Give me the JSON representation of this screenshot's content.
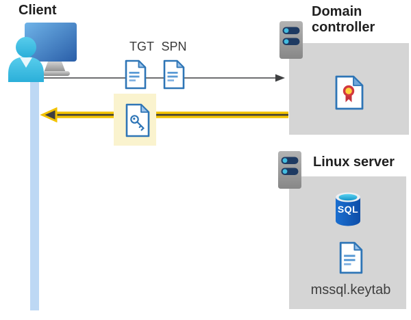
{
  "client": {
    "title": "Client"
  },
  "flow": {
    "tgt_label": "TGT",
    "spn_label": "SPN"
  },
  "domain_controller": {
    "title": "Domain controller"
  },
  "linux_server": {
    "title": "Linux server",
    "sql_badge": "SQL",
    "keytab_filename": "mssql.keytab"
  },
  "icons": {
    "client": "user-at-monitor-icon",
    "tgt": "document-icon",
    "spn": "document-icon",
    "ticket": "key-document-icon",
    "domain_controller": "server-icon",
    "certificate": "certificate-icon",
    "linux_server": "server-icon",
    "database": "sql-database-icon",
    "keytab": "document-icon"
  },
  "colors": {
    "doc_border_blue": "#2e75b6",
    "panel_gray": "#d5d5d5",
    "lifeline_blue": "#bdd8f4",
    "highlight_yellow": "#faf3ce",
    "arrow_yellow": "#f2c200",
    "arrow_dark": "#3f4042",
    "request_arrow_gray": "#58595b",
    "person_cyan": "#3ec1e6",
    "monitor_blue": "#2a5ea8",
    "sql_blue": "#1463c2",
    "seal_red": "#d2383e",
    "seal_yellow": "#ffd23e"
  }
}
